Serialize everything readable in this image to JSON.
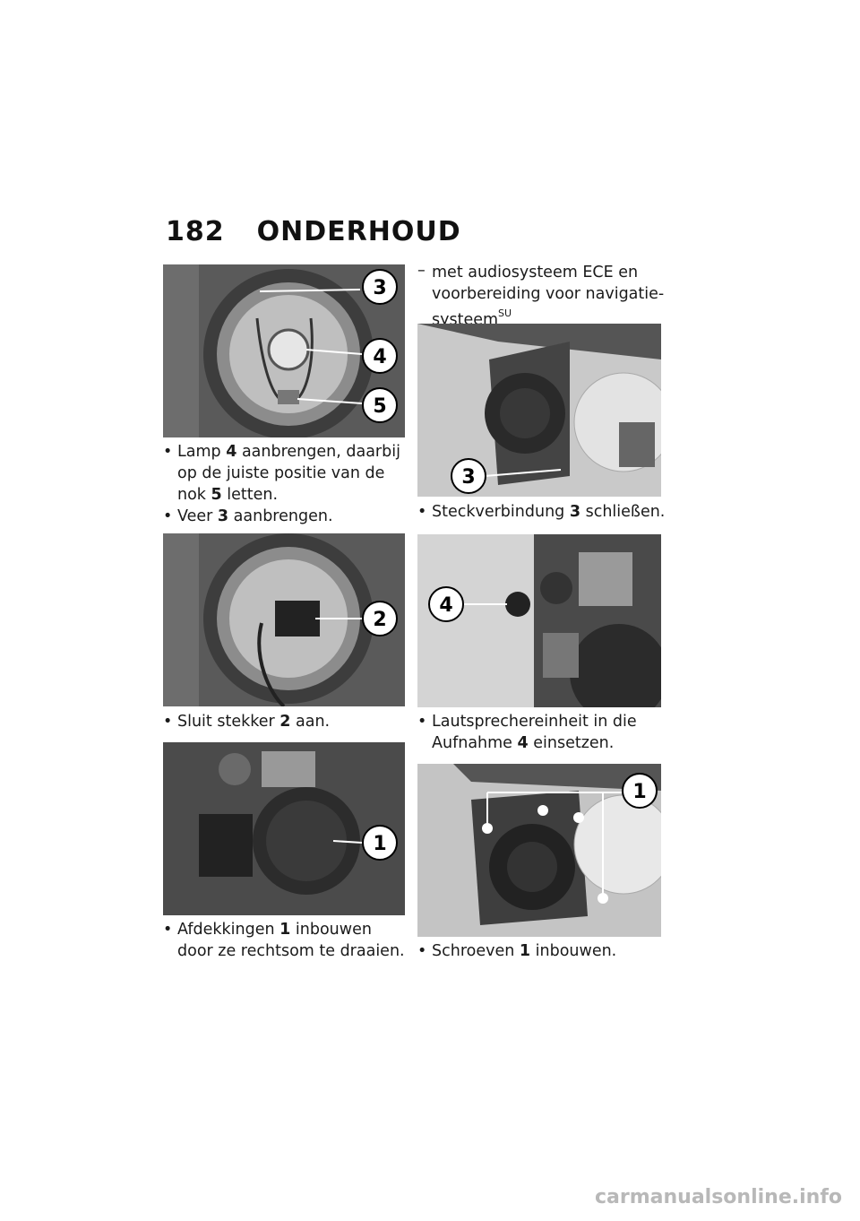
{
  "header": {
    "page_number": "182",
    "section_title": "ONDERHOUD"
  },
  "left": {
    "photo1": {
      "callouts": [
        "3",
        "4",
        "5"
      ]
    },
    "caption1": [
      {
        "pre": "Lamp ",
        "num": "4",
        "post": " aanbrengen, daarbij op de juiste positie van de nok ",
        "num2": "5",
        "post2": " letten."
      },
      {
        "pre": "Veer ",
        "num": "3",
        "post": " aanbrengen."
      }
    ],
    "photo2": {
      "callouts": [
        "2"
      ]
    },
    "caption2": {
      "pre": "Sluit stekker ",
      "num": "2",
      "post": " aan."
    },
    "photo3": {
      "callouts": [
        "1"
      ]
    },
    "caption3": {
      "pre": "Afdekkingen ",
      "num": "1",
      "post": " inbouwen door ze rechtsom te draaien."
    }
  },
  "right": {
    "intro": {
      "line": "met audiosysteem ECE en voorbereiding voor navigatie-systeem",
      "sup": "SU"
    },
    "photo1": {
      "callouts": [
        "3"
      ]
    },
    "caption1": {
      "pre": "Steckverbindung ",
      "num": "3",
      "post": " schließen."
    },
    "photo2": {
      "callouts": [
        "4"
      ]
    },
    "caption2": {
      "pre": "Lautsprechereinheit in die Aufnahme ",
      "num": "4",
      "post": " einsetzen."
    },
    "photo3": {
      "callouts": [
        "1"
      ]
    },
    "caption3": {
      "pre": "Schroeven ",
      "num": "1",
      "post": " inbouwen."
    }
  },
  "bullet_glyph": "•",
  "dash_glyph": "–",
  "watermark": "carmanualsonline.info"
}
